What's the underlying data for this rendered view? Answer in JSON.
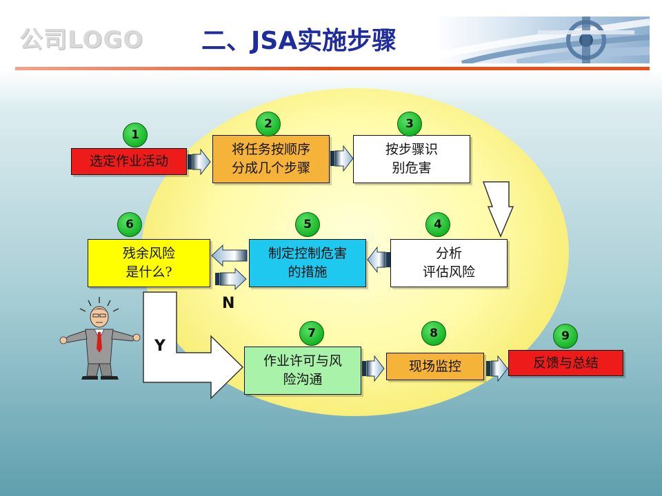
{
  "header": {
    "logo_text": "公司LOGO",
    "title": "二、JSA实施步骤"
  },
  "diagram": {
    "steps": [
      {
        "number": "1",
        "label": "选定作业活动",
        "color": "#ee1b1b"
      },
      {
        "number": "2",
        "label": "将任务按顺序\n分成几个步骤",
        "color": "#f6b33a"
      },
      {
        "number": "3",
        "label": "按步骤识\n别危害",
        "color": "#ffffff"
      },
      {
        "number": "4",
        "label": "分析\n评估风险",
        "color": "#ffffff"
      },
      {
        "number": "5",
        "label": "制定控制危害\n的措施",
        "color": "#1ec8ee"
      },
      {
        "number": "6",
        "label": "残余风险\n是什么?",
        "color": "#ffff00"
      },
      {
        "number": "7",
        "label": "作业许可与风\n险沟通",
        "color": "#a9f2a9"
      },
      {
        "number": "8",
        "label": "现场监控",
        "color": "#f6b33a"
      },
      {
        "number": "9",
        "label": "反馈与总结",
        "color": "#ee1b1b"
      }
    ],
    "branch_yes": "Y",
    "branch_no": "N"
  },
  "colors": {
    "title": "#1f2c9c",
    "rule": "#e94e1b",
    "number_badge": "#16b526",
    "ellipse": "#fff59a"
  }
}
